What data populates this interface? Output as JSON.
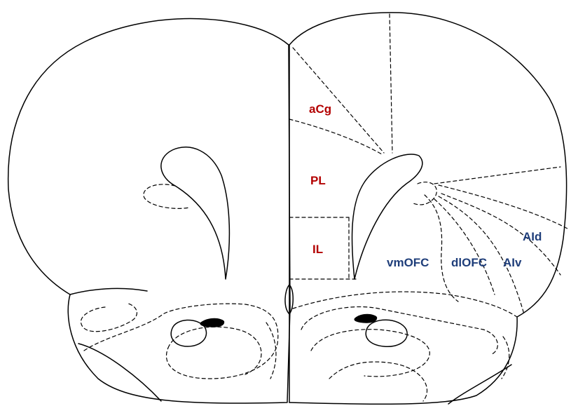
{
  "colors": {
    "prefrontal_label": "#b30000",
    "orbitofrontal_label": "#1f3e7a",
    "outline": "#000000",
    "background": "#ffffff"
  },
  "labels": {
    "acg": "aCg",
    "pl": "PL",
    "il": "IL",
    "vmofc": "vmOFC",
    "dlofc": "dlOFC",
    "aiv": "AIv",
    "aid": "AId"
  }
}
